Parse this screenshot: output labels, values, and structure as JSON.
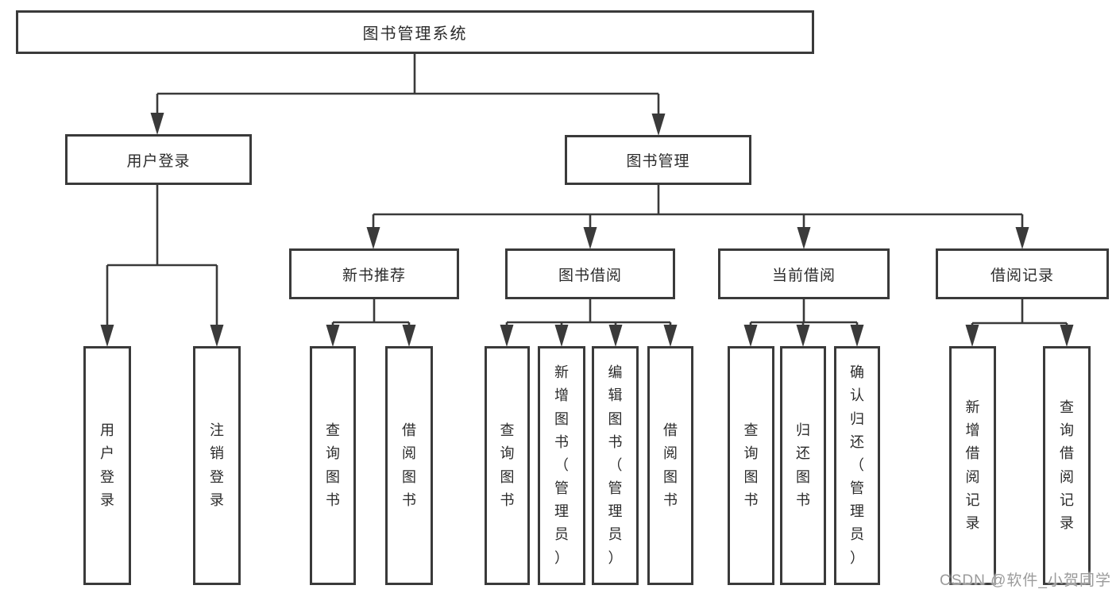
{
  "diagram": {
    "title": "图书管理系统",
    "nodes": {
      "root": "图书管理系统",
      "user_login": "用户登录",
      "book_management": "图书管理",
      "new_book_recommend": "新书推荐",
      "book_borrow": "图书借阅",
      "current_borrow": "当前借阅",
      "borrow_records": "借阅记录",
      "leaf_user_login": "用户登录",
      "leaf_logout": "注销登录",
      "leaf_nbr_query_books": "查询图书",
      "leaf_nbr_borrow_books": "借阅图书",
      "leaf_bb_query_books": "查询图书",
      "leaf_bb_add_books_admin": "新增图书（管理员）",
      "leaf_bb_edit_books_admin": "编辑图书（管理员）",
      "leaf_bb_borrow_books": "借阅图书",
      "leaf_cb_query_books": "查询图书",
      "leaf_cb_return_books": "归还图书",
      "leaf_cb_confirm_return_admin": "确认归还（管理员）",
      "leaf_br_add_record": "新增借阅记录",
      "leaf_br_query_record": "查询借阅记录"
    },
    "colors": {
      "line": "#3a3a3a",
      "box_border": "#3a3a3a",
      "box_fill": "#ffffff",
      "text": "#2b2b2b",
      "watermark": "#9b9b9b",
      "background": "#ffffff"
    }
  },
  "watermark": {
    "text": "CSDN @软件_小贺同学"
  }
}
